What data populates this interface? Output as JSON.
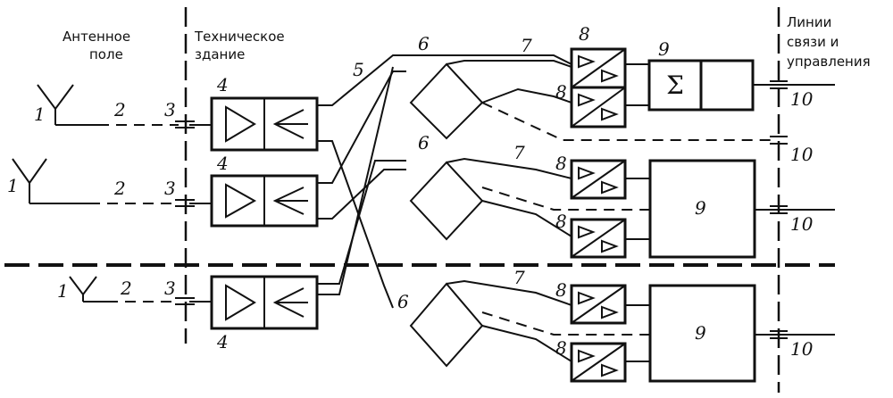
{
  "headings": {
    "antenna_field": [
      "Антенное",
      "поле"
    ],
    "technical_building": [
      "Техническое",
      "здание"
    ],
    "comm_lines": [
      "Линии",
      "связи и",
      "управления"
    ]
  },
  "numbers": {
    "n1": "1",
    "n2": "2",
    "n3": "3",
    "n4": "4",
    "n5": "5",
    "n6": "6",
    "n7": "7",
    "n8": "8",
    "n9": "9",
    "n10": "10"
  },
  "symbols": {
    "sum": "Σ"
  }
}
